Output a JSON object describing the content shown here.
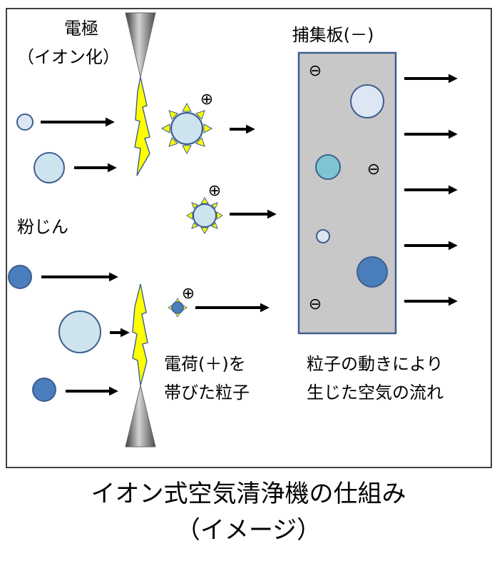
{
  "labels": {
    "electrode_line1": "電極",
    "electrode_line2": "（イオン化）",
    "collector": "捕集板(－)",
    "dust": "粉じん",
    "charged_line1": "電荷(＋)を",
    "charged_line2": "帯びた粒子",
    "flow_line1": "粒子の動きにより",
    "flow_line2": "生じた空気の流れ",
    "plus_sign": "⊕",
    "minus_sign": "⊖"
  },
  "caption": {
    "line1": "イオン式空気清浄機の仕組み",
    "line2": "（イメージ）"
  },
  "colors": {
    "frame": "#000000",
    "plate_fill": "#c8c8c8",
    "plate_stroke": "#3d5f8f",
    "particle_stroke": "#3d5f8f",
    "particle_pale": "#dde6f3",
    "particle_light": "#cde4ee",
    "particle_medium": "#7fc4d2",
    "particle_dark": "#4a7ebc",
    "spark_fill": "#ffff00",
    "electrode_fill": "#9a9a9a"
  }
}
